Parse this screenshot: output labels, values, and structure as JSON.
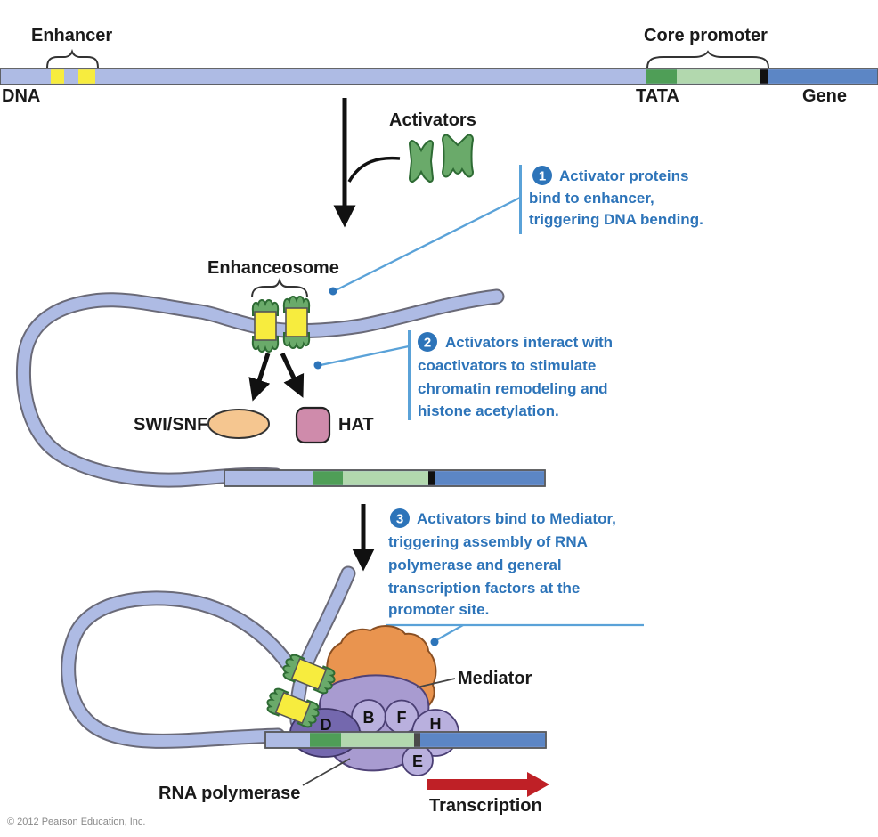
{
  "labels": {
    "enhancer": "Enhancer",
    "dna": "DNA",
    "core_promoter": "Core promoter",
    "tata": "TATA",
    "gene": "Gene",
    "activators": "Activators",
    "enhanceosome": "Enhanceosome",
    "swi_snf": "SWI/SNF",
    "hat": "HAT",
    "mediator": "Mediator",
    "rna_polymerase": "RNA polymerase",
    "transcription": "Transcription"
  },
  "gtf": {
    "d": "D",
    "b": "B",
    "f": "F",
    "h": "H",
    "e": "E"
  },
  "callouts": [
    {
      "number": "1",
      "lines": [
        "Activator proteins",
        "bind to enhancer,",
        "triggering DNA bending."
      ]
    },
    {
      "number": "2",
      "lines": [
        "Activators interact with",
        "coactivators to stimulate",
        "chromatin remodeling and",
        "histone acetylation."
      ]
    },
    {
      "number": "3",
      "lines": [
        "Activators bind to Mediator,",
        "triggering assembly of RNA",
        "polymerase and general",
        "transcription factors at the",
        "promoter site."
      ]
    }
  ],
  "copyright": "© 2012 Pearson Education, Inc.",
  "colors": {
    "dna_strand": "#aebbe4",
    "dna_outline": "#6a6a78",
    "enhancer_yellow": "#f7ec3e",
    "tata_green": "#4f9e57",
    "promoter_light_green": "#b2d8ae",
    "gene_blue": "#5c86c5",
    "activator_green": "#6aaa6a",
    "callout_blue": "#2d74b9",
    "callout_line": "#5aa2d8",
    "swi_snf_orange": "#f5c690",
    "hat_pink": "#cf8bab",
    "mediator_orange": "#e9944f",
    "polymerase_purple": "#a89bd0",
    "tfiid_purple": "#7468ae",
    "gtf_lavender": "#b9b0de",
    "transcription_red": "#bf2026"
  }
}
